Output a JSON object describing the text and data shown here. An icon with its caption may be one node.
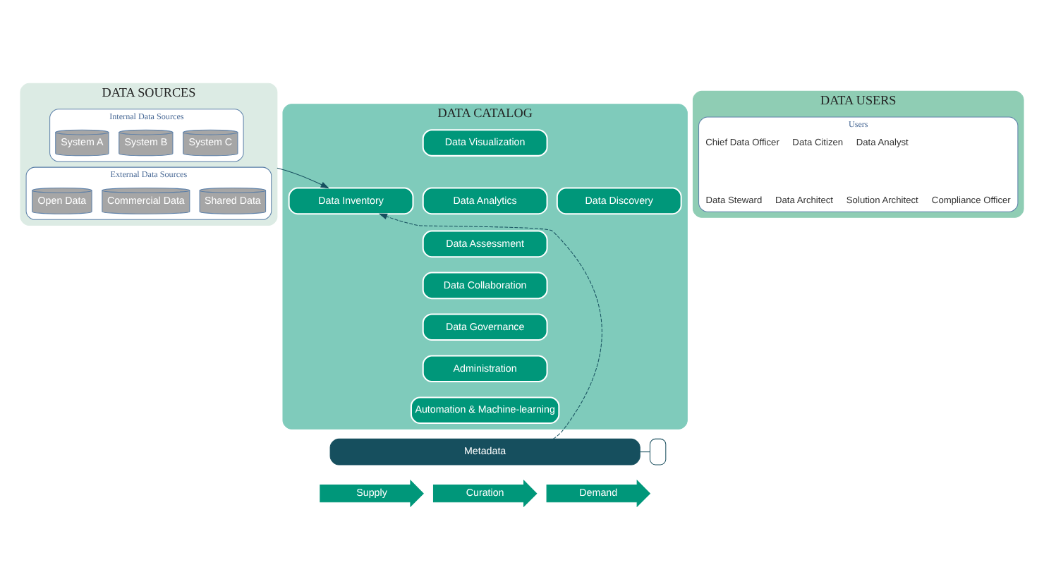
{
  "diagram": {
    "nodes": [
      {
        "text": [
          "DATA SOURCES"
        ]
      },
      {
        "text": [
          "Internal Data Sources"
        ],
        "in": 0
      },
      {
        "text": [
          "System A"
        ],
        "in": 1
      },
      {
        "text": [
          "System B"
        ],
        "in": 1
      },
      {
        "text": [
          "System C"
        ],
        "in": 1
      },
      {
        "text": [
          "External Data Sources"
        ],
        "in": 0
      },
      {
        "text": [
          "Open Data"
        ],
        "in": 5
      },
      {
        "text": [
          "Commercial Data"
        ],
        "in": 5
      },
      {
        "text": [
          "Shared Data"
        ],
        "in": 5
      },
      {
        "text": [
          "DATA CATALOG"
        ]
      },
      {
        "text": [
          "Data Visualization"
        ],
        "in": 9
      },
      {
        "text": [
          "Data Inventory"
        ],
        "in": 9
      },
      {
        "text": [
          "Data Analytics"
        ],
        "in": 9
      },
      {
        "text": [
          "Data Assessment"
        ],
        "in": 9
      },
      {
        "text": [
          "Data Collaboration"
        ],
        "in": 9
      },
      {
        "text": [
          "Data Governance"
        ],
        "in": 9
      },
      {
        "text": [
          "Administration"
        ],
        "in": 9
      },
      {
        "text": [
          "Data Discovery"
        ],
        "in": 9
      },
      {
        "text": [
          "Automation & Machine-learning"
        ],
        "in": 9
      },
      {
        "text": [
          "DATA USERS"
        ]
      },
      {
        "text": [
          "Users"
        ],
        "in": 19
      },
      {
        "text": [
          "Chief Data Officer"
        ],
        "in": 20
      },
      {
        "text": [
          "Data Citizen"
        ],
        "in": 20
      },
      {
        "text": [
          "Data Analyst"
        ],
        "in": 20
      },
      {
        "text": [
          "Data Steward"
        ],
        "in": 20
      },
      {
        "text": [
          "Data Architect"
        ],
        "in": 20
      },
      {
        "text": [
          "Solution Architect"
        ],
        "in": 20
      },
      {
        "text": [
          "Compliance Officer"
        ],
        "in": 20
      },
      {
        "text": [
          "Metadata"
        ]
      },
      {
        "text": [],
        "shape": "box"
      },
      {
        "text": [
          "Supply"
        ]
      },
      {
        "text": [
          "Curation"
        ]
      },
      {
        "text": [
          "Demand"
        ]
      }
    ],
    "edges": [
      {
        "from": 0,
        "to": 11,
        "arrow": "to"
      },
      {
        "from": 28,
        "to": 11,
        "arrow": "to",
        "style": "dashed"
      },
      {
        "from": 28,
        "to": 29,
        "arrow": "none"
      }
    ]
  }
}
